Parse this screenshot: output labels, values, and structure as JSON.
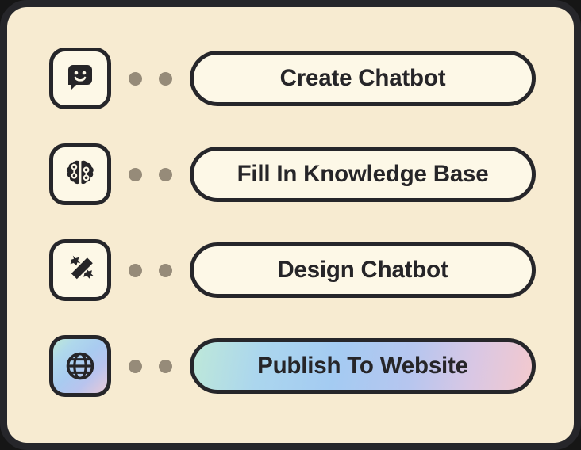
{
  "frame": {
    "background_color": "#F7EBD1",
    "border_color": "#26262A"
  },
  "theme": {
    "tile_background": "#FDF8E7",
    "pill_background": "#FDF8E7",
    "text_color": "#262528",
    "dot_color": "#968B79",
    "gradient_start": "#BDE8D6",
    "gradient_middle": "#A9CBF0",
    "gradient_end": "#F3C9CE"
  },
  "steps": [
    {
      "icon": "chat-bubble-smiley-icon",
      "label": "Create Chatbot",
      "highlighted": false,
      "dots": 2
    },
    {
      "icon": "brain-icon",
      "label": "Fill In Knowledge Base",
      "highlighted": false,
      "dots": 2
    },
    {
      "icon": "magic-wand-pencil-icon",
      "label": "Design Chatbot",
      "highlighted": false,
      "dots": 2
    },
    {
      "icon": "globe-icon",
      "label": "Publish To Website",
      "highlighted": true,
      "dots": 2
    }
  ]
}
